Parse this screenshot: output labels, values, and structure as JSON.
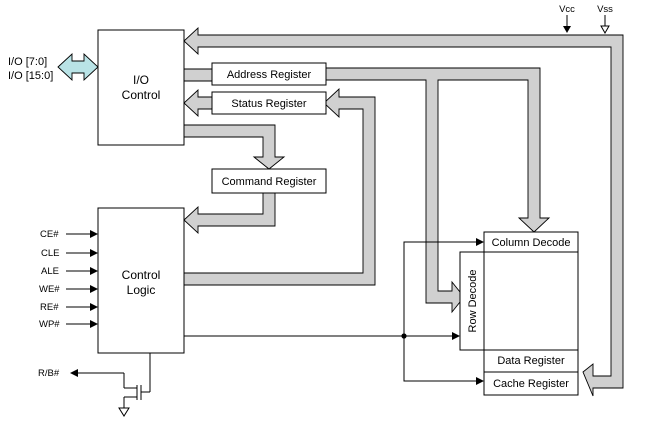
{
  "io_labels": [
    "I/O [7:0]",
    "I/O [15:0]"
  ],
  "io_control": [
    "I/O",
    "Control"
  ],
  "control_logic": [
    "Control",
    "Logic"
  ],
  "registers": {
    "address": "Address Register",
    "status": "Status Register",
    "command": "Command Register"
  },
  "memory": {
    "column_decode": "Column Decode",
    "row_decode": "Row Decode",
    "data_register": "Data Register",
    "cache_register": "Cache Register"
  },
  "control_inputs": [
    "CE#",
    "CLE",
    "ALE",
    "WE#",
    "RE#",
    "WP#"
  ],
  "ready_busy": "R/B#",
  "power": {
    "vcc": "Vcc",
    "vss": "Vss"
  },
  "colors": {
    "bus_fill": "#d0d0d0",
    "io_bus_fill": "#b9e3e6"
  }
}
